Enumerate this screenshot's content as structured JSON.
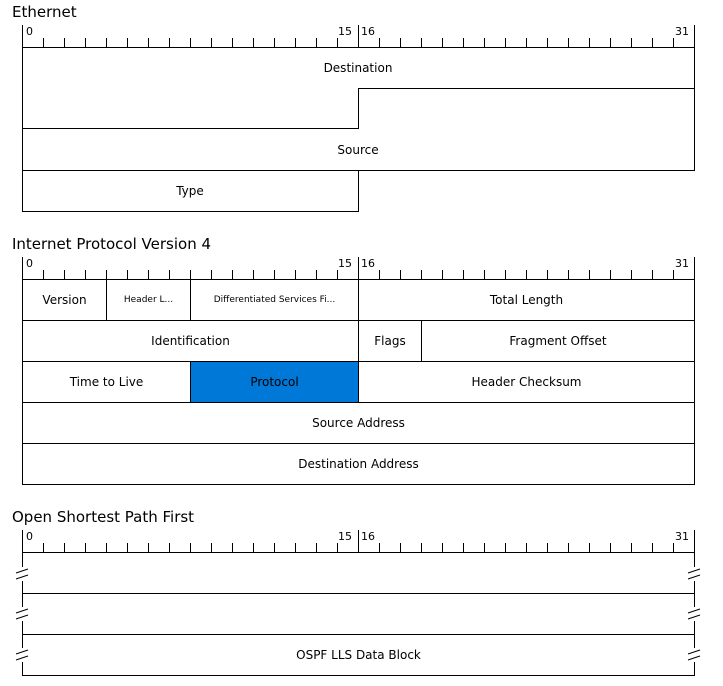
{
  "ruler": {
    "start": "0",
    "mid_left": "15",
    "mid_right": "16",
    "end": "31"
  },
  "sections": {
    "ethernet": {
      "title": "Ethernet",
      "fields": {
        "destination": "Destination",
        "source": "Source",
        "type": "Type"
      }
    },
    "ipv4": {
      "title": "Internet Protocol Version 4",
      "fields": {
        "version": "Version",
        "header_length": "Header L...",
        "dsf": "Differentiated Services Fi...",
        "total_length": "Total Length",
        "identification": "Identification",
        "flags": "Flags",
        "fragment_offset": "Fragment Offset",
        "ttl": "Time to Live",
        "protocol": "Protocol",
        "header_checksum": "Header Checksum",
        "source_address": "Source Address",
        "destination_address": "Destination Address"
      }
    },
    "ospf": {
      "title": "Open Shortest Path First",
      "fields": {
        "lls_data_block": "OSPF LLS Data Block"
      }
    }
  },
  "colors": {
    "selected_fill": "#0078d7",
    "line": "#000000"
  }
}
